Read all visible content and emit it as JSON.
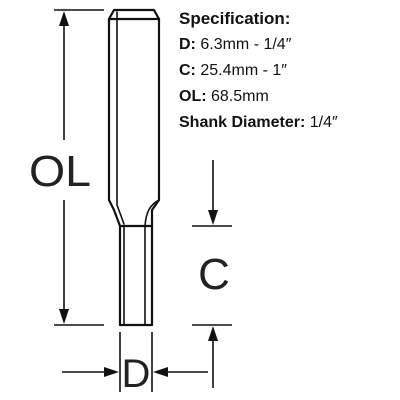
{
  "spec": {
    "title": "Specification:",
    "rows": [
      {
        "key": "D:",
        "value": "6.3mm - 1/4″"
      },
      {
        "key": "C:",
        "value": "25.4mm -  1″"
      },
      {
        "key": "OL:",
        "value": "68.5mm"
      },
      {
        "key": "Shank Diameter:",
        "value": "1/4″"
      }
    ]
  },
  "dimensions": {
    "overall_length_label": "OL",
    "cutting_length_label": "C",
    "diameter_label": "D"
  },
  "colors": {
    "line": "#111111",
    "background": "#ffffff"
  }
}
